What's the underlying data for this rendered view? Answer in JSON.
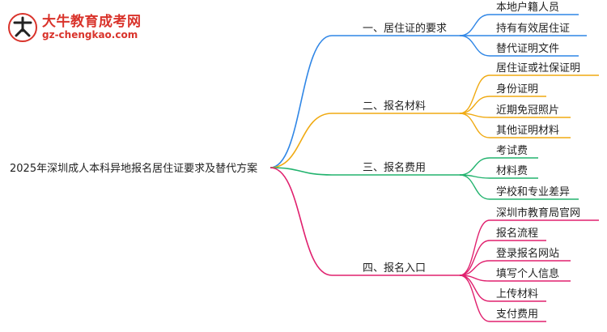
{
  "logo": {
    "name": "大牛教育成考网",
    "url": "gz-chengkao.com"
  },
  "root": {
    "label": "2025年深圳成人本科异地报名居住证要求及替代方案"
  },
  "branches": [
    {
      "label": "一、居住证的要求",
      "color": "#2f86e6",
      "children": [
        "本地户籍人员",
        "持有有效居住证",
        "替代证明文件"
      ]
    },
    {
      "label": "二、报名材料",
      "color": "#f0aa12",
      "children": [
        "居住证或社保证明",
        "身份证明",
        "近期免冠照片",
        "其他证明材料"
      ]
    },
    {
      "label": "三、报名费用",
      "color": "#22b36e",
      "children": [
        "考试费",
        "材料费",
        "学校和专业差异"
      ]
    },
    {
      "label": "四、报名入口",
      "color": "#e0206e",
      "children": [
        "深圳市教育局官网",
        "报名流程",
        "登录报名网站",
        "填写个人信息",
        "上传材料",
        "支付费用"
      ]
    }
  ]
}
